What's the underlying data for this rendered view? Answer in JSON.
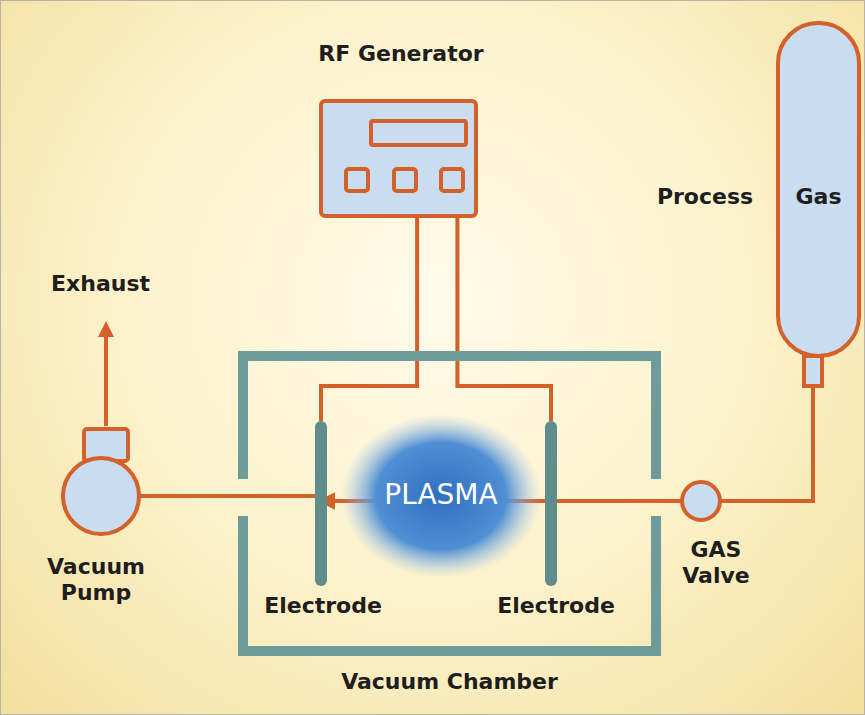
{
  "diagram": {
    "nodes": [
      {
        "text": [
          "RF Generator"
        ]
      },
      {
        "text": [
          "Process",
          "Gas"
        ]
      },
      {
        "text": [
          "Vacuum Chamber"
        ]
      },
      {
        "text": [
          "Electrode"
        ],
        "in": 2
      },
      {
        "text": [
          "PLASMA"
        ],
        "in": 2
      },
      {
        "text": [
          "Electrode"
        ],
        "in": 2
      },
      {
        "text": [
          "Vacuum Pump"
        ]
      },
      {
        "text": [
          "GAS Valve"
        ]
      }
    ],
    "edges": [
      {
        "from": 0,
        "to": 3,
        "arrow": "none"
      },
      {
        "from": 0,
        "to": 5,
        "arrow": "none"
      },
      {
        "from": 1,
        "to": 7,
        "arrow": "none"
      },
      {
        "from": 7,
        "to": 2,
        "arrow": "to"
      },
      {
        "from": 6,
        "to": 2,
        "arrow": "none"
      }
    ],
    "labels": [
      "Exhaust"
    ]
  }
}
